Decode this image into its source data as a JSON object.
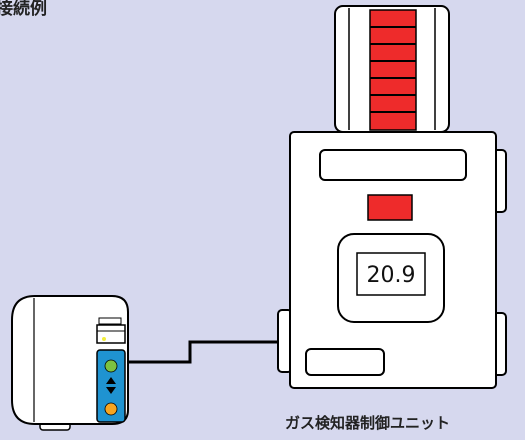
{
  "title": "接続例",
  "control_unit": {
    "caption": "ガス検知器制御ユニット",
    "display_value": "20.9"
  },
  "colors": {
    "background": "#d6d8ee",
    "alarm_red": "#ee2b2b",
    "sensor_blue": "#1f93d1",
    "led_green": "#7cc242",
    "led_orange": "#f7a521",
    "led_yellow": "#f2ee3c"
  }
}
